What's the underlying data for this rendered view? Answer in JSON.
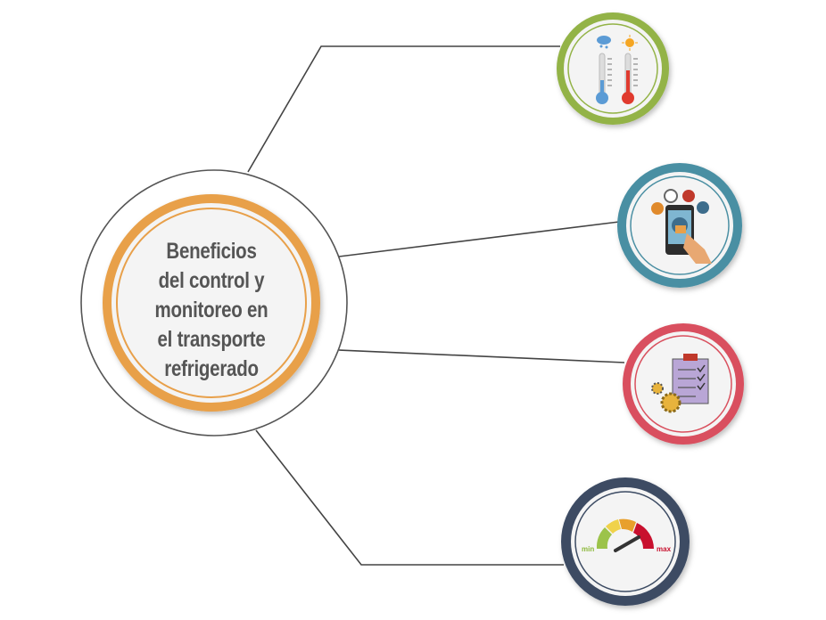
{
  "title_lines": [
    "Beneficios",
    "del control y",
    "monitoreo en",
    "el transporte",
    "refrigerado"
  ],
  "nodes": [
    {
      "icon": "thermometers-icon",
      "ring_color": "#93b347"
    },
    {
      "icon": "smartphone-security-icon",
      "ring_color": "#4a8fa3"
    },
    {
      "icon": "checklist-gears-icon",
      "ring_color": "#d9505e"
    },
    {
      "icon": "gauge-icon",
      "ring_color": "#3c4b63",
      "labels": {
        "min": "min",
        "max": "max"
      }
    }
  ],
  "colors": {
    "center_ring": "#e8a04a",
    "line": "#444444",
    "text": "#555555"
  }
}
